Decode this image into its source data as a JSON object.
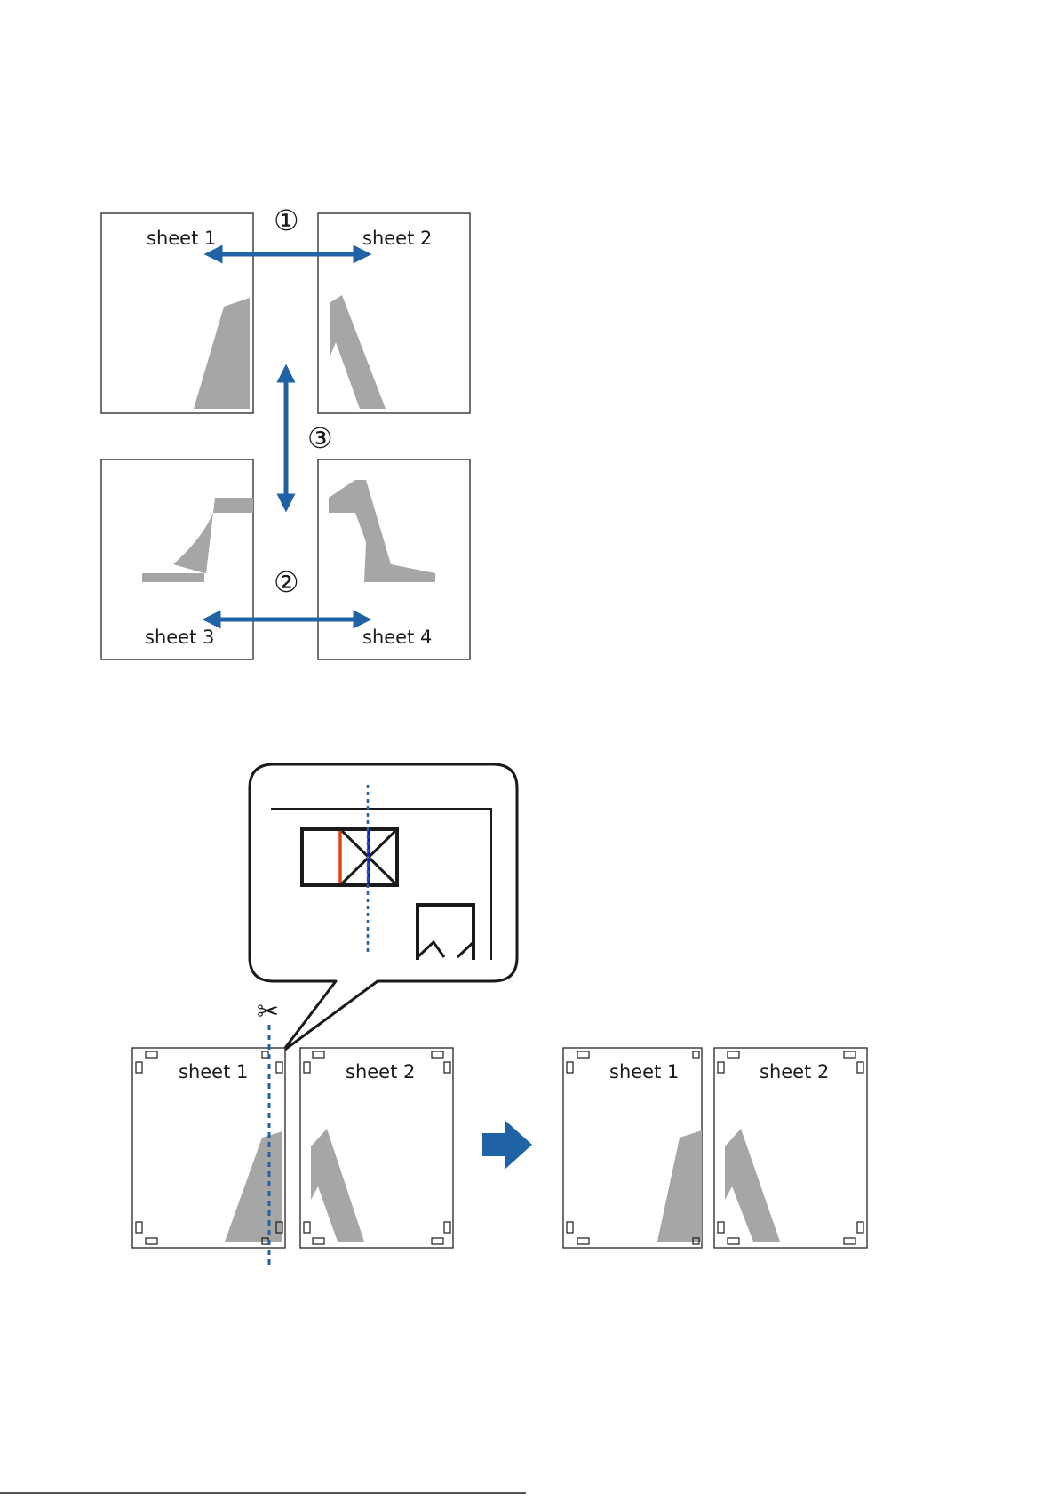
{
  "top_diagram": {
    "sheets": [
      "sheet 1",
      "sheet 2",
      "sheet 3",
      "sheet 4"
    ],
    "steps": [
      "①",
      "②",
      "③"
    ]
  },
  "bottom_diagram": {
    "before_sheets": [
      "sheet 1",
      "sheet 2"
    ],
    "after_sheets": [
      "sheet 1",
      "sheet 2"
    ],
    "scissors_icon": "✂"
  },
  "colors": {
    "arrow": "#1f63a6",
    "letter_gray": "#a6a6a6",
    "cut_line": "#1f63a6",
    "red_mark": "#e8401c",
    "blue_mark": "#1414e6"
  }
}
